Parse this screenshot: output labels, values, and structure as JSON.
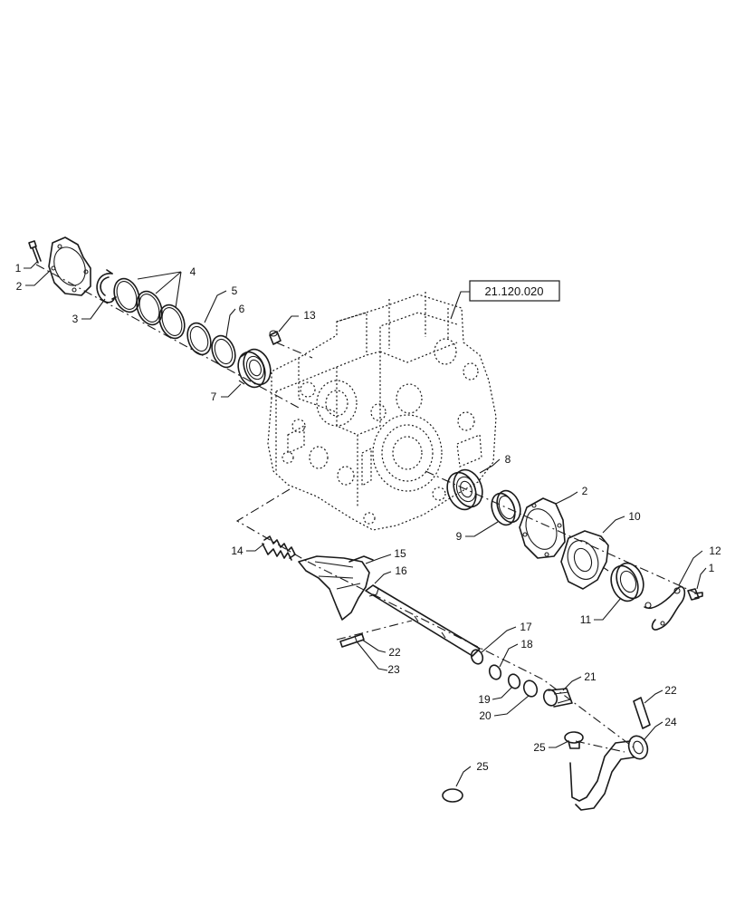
{
  "diagram": {
    "reference_box": "21.120.020",
    "callouts": [
      {
        "id": "c1a",
        "label": "1"
      },
      {
        "id": "c2a",
        "label": "2"
      },
      {
        "id": "c3",
        "label": "3"
      },
      {
        "id": "c4",
        "label": "4"
      },
      {
        "id": "c5",
        "label": "5"
      },
      {
        "id": "c6",
        "label": "6"
      },
      {
        "id": "c7",
        "label": "7"
      },
      {
        "id": "c13",
        "label": "13"
      },
      {
        "id": "c8",
        "label": "8"
      },
      {
        "id": "c2b",
        "label": "2"
      },
      {
        "id": "c9",
        "label": "9"
      },
      {
        "id": "c10",
        "label": "10"
      },
      {
        "id": "c12",
        "label": "12"
      },
      {
        "id": "c1b",
        "label": "1"
      },
      {
        "id": "c11",
        "label": "11"
      },
      {
        "id": "c14",
        "label": "14"
      },
      {
        "id": "c15",
        "label": "15"
      },
      {
        "id": "c16",
        "label": "16"
      },
      {
        "id": "c17",
        "label": "17"
      },
      {
        "id": "c18",
        "label": "18"
      },
      {
        "id": "c22a",
        "label": "22"
      },
      {
        "id": "c23",
        "label": "23"
      },
      {
        "id": "c19",
        "label": "19"
      },
      {
        "id": "c20",
        "label": "20"
      },
      {
        "id": "c21",
        "label": "21"
      },
      {
        "id": "c22b",
        "label": "22"
      },
      {
        "id": "c24",
        "label": "24"
      },
      {
        "id": "c25a",
        "label": "25"
      },
      {
        "id": "c25b",
        "label": "25"
      }
    ]
  }
}
